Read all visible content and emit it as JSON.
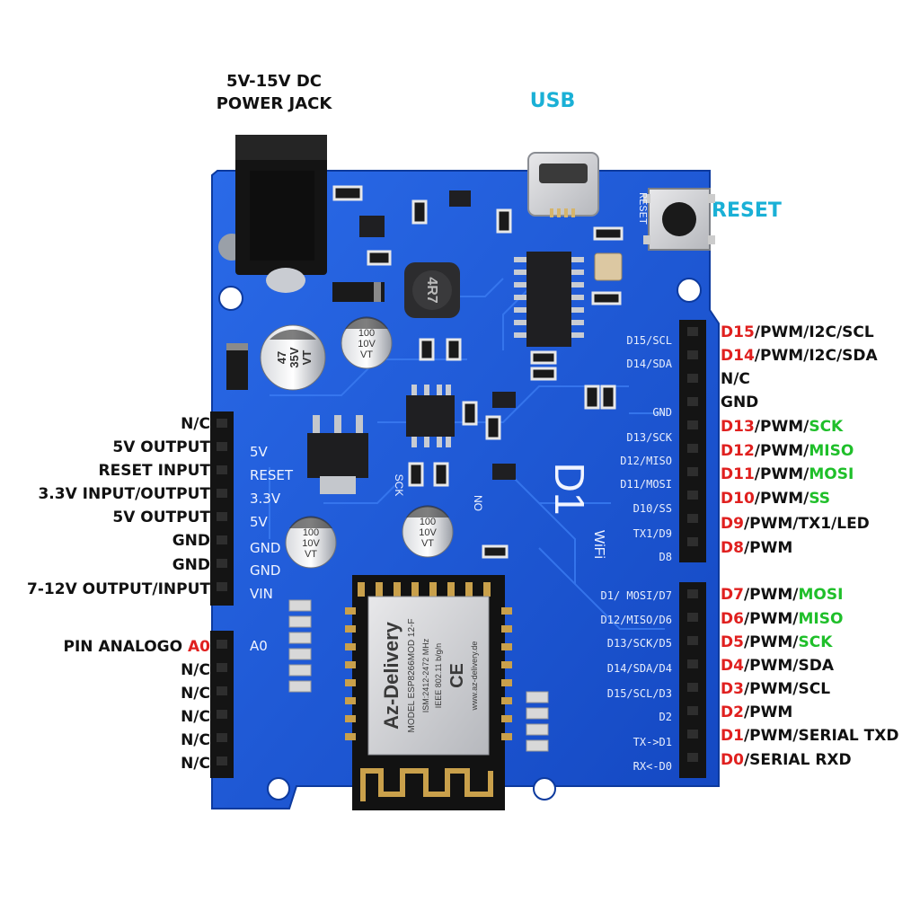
{
  "top_labels": {
    "power_jack": [
      "5V-15V DC",
      "POWER JACK"
    ],
    "usb": "USB",
    "reset": "RESET"
  },
  "colors": {
    "pin_name": "#e0201f",
    "spi_function": "#1fbf2a",
    "usb_reset": "#1ab0d6",
    "board": "#1c5bd6"
  },
  "right_header": [
    {
      "pin": "D15",
      "rest": "/PWM/I2C/SCL",
      "spi": ""
    },
    {
      "pin": "D14",
      "rest": "/PWM/I2C/SDA",
      "spi": ""
    },
    {
      "pin": "",
      "rest": "N/C",
      "spi": ""
    },
    {
      "pin": "",
      "rest": "GND",
      "spi": ""
    },
    {
      "pin": "D13",
      "rest": "/PWM/",
      "spi": "SCK"
    },
    {
      "pin": "D12",
      "rest": "/PWM/",
      "spi": "MISO"
    },
    {
      "pin": "D11",
      "rest": "/PWM/",
      "spi": "MOSI"
    },
    {
      "pin": "D10",
      "rest": "/PWM/",
      "spi": "SS"
    },
    {
      "pin": "D9",
      "rest": "/PWM/TX1/LED",
      "spi": ""
    },
    {
      "pin": "D8",
      "rest": "/PWM",
      "spi": ""
    },
    {
      "pin": "D7",
      "rest": "/PWM/",
      "spi": "MOSI"
    },
    {
      "pin": "D6",
      "rest": "/PWM/",
      "spi": "MISO"
    },
    {
      "pin": "D5",
      "rest": "/PWM/",
      "spi": "SCK"
    },
    {
      "pin": "D4",
      "rest": "/PWM/SDA",
      "spi": ""
    },
    {
      "pin": "D3",
      "rest": "/PWM/SCL",
      "spi": ""
    },
    {
      "pin": "D2",
      "rest": "/PWM",
      "spi": ""
    },
    {
      "pin": "D1",
      "rest": "/PWM/SERIAL TXD",
      "spi": ""
    },
    {
      "pin": "D0",
      "rest": "/SERIAL RXD",
      "spi": ""
    }
  ],
  "left_header": [
    {
      "text": "N/C",
      "red": ""
    },
    {
      "text": "5V OUTPUT",
      "red": ""
    },
    {
      "text": "RESET INPUT",
      "red": ""
    },
    {
      "text": "3.3V INPUT/OUTPUT",
      "red": ""
    },
    {
      "text": "5V OUTPUT",
      "red": ""
    },
    {
      "text": "GND",
      "red": ""
    },
    {
      "text": "GND",
      "red": ""
    },
    {
      "text": "7-12V OUTPUT/INPUT",
      "red": ""
    },
    {
      "text": "PIN ANALOGO ",
      "red": "A0"
    },
    {
      "text": "N/C",
      "red": ""
    },
    {
      "text": "N/C",
      "red": ""
    },
    {
      "text": "N/C",
      "red": ""
    },
    {
      "text": "N/C",
      "red": ""
    },
    {
      "text": "N/C",
      "red": ""
    }
  ],
  "silk_right": [
    "D15/SCL",
    "D14/SDA",
    "GND",
    "D13/SCK",
    "D12/MISO",
    "D11/MOSI",
    "D10/SS",
    "TX1/D9",
    "D8",
    "D1/ MOSI/D7",
    "D12/MISO/D6",
    "D13/SCK/D5",
    "D14/SDA/D4",
    "D15/SCL/D3",
    "D2",
    "TX->D1",
    "RX<-D0"
  ],
  "silk_left": [
    "5V",
    "RESET",
    "3.3V",
    "5V",
    "GND",
    "GND",
    "VIN",
    "A0"
  ],
  "board_text": {
    "d1": "D1",
    "wifi": "WiFi",
    "reset_silk": "RESET",
    "inductor": "4R7",
    "cap_left": [
      "47",
      "35V",
      "VT"
    ],
    "cap_top": [
      "100",
      "10V",
      "VT"
    ],
    "cap_bottom_left": [
      "100",
      "10V",
      "VT"
    ],
    "cap_bottom_mid": [
      "100",
      "10V",
      "VT"
    ],
    "module_brand": "Az-Delivery",
    "module_model": "MODEL ESP8266MOD 12-F",
    "module_ism": "ISM:2412-2472 MHz",
    "module_ieee": "IEEE 802.11 b/g/n",
    "module_ce": "CE",
    "module_url": "www.az-delivery.de",
    "sck": "SCK",
    "no": "NO"
  }
}
